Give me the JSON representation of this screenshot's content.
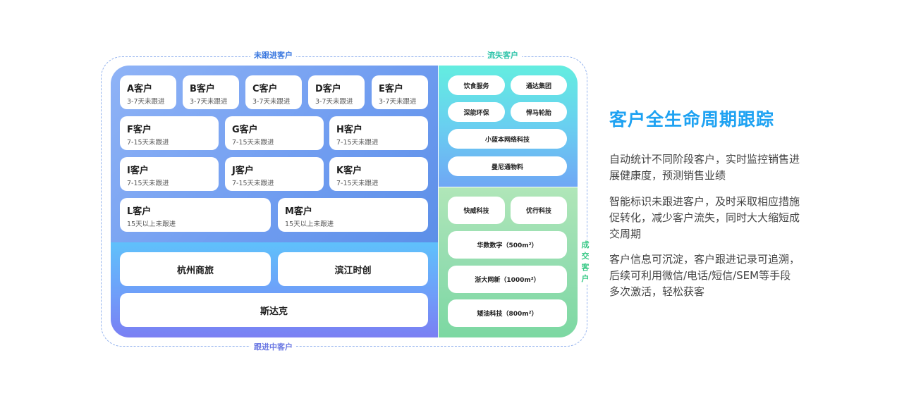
{
  "labels": {
    "not_followed": "未跟进客户",
    "lost": "流失客户",
    "following": "跟进中客户",
    "deal": "成交客户"
  },
  "not_followed_customers": [
    {
      "name": "A客户",
      "status": "3-7天未跟进"
    },
    {
      "name": "B客户",
      "status": "3-7天未跟进"
    },
    {
      "name": "C客户",
      "status": "3-7天未跟进"
    },
    {
      "name": "D客户",
      "status": "3-7天未跟进"
    },
    {
      "name": "E客户",
      "status": "3-7天未跟进"
    },
    {
      "name": "F客户",
      "status": "7-15天未跟进"
    },
    {
      "name": "G客户",
      "status": "7-15天未跟进"
    },
    {
      "name": "H客户",
      "status": "7-15天未跟进"
    },
    {
      "name": "I客户",
      "status": "7-15天未跟进"
    },
    {
      "name": "J客户",
      "status": "7-15天未跟进"
    },
    {
      "name": "K客户",
      "status": "7-15天未跟进"
    },
    {
      "name": "L客户",
      "status": "15天以上未跟进"
    },
    {
      "name": "M客户",
      "status": "15天以上未跟进"
    }
  ],
  "following_customers": [
    "杭州商旅",
    "滨江时创",
    "斯达克"
  ],
  "lost_customers": [
    "饮食服务",
    "通达集团",
    "深能环保",
    "悍马轮胎",
    "小蓝本网络科技",
    "曼尼通物料"
  ],
  "deal_customers": [
    "快威科技",
    "优行科技",
    "华数数字（500m²）",
    "浙大网新（1000m²）",
    "矮油科技（800m²）"
  ],
  "side": {
    "title": "客户全生命周期跟踪",
    "paragraphs": [
      "自动统计不同阶段客户，实时监控销售进展健康度，预测销售业绩",
      "智能标识未跟进客户，及时采取相应措施促转化，减少客户流失，同时大大缩短成交周期",
      "客户信息可沉淀，客户跟进记录可追溯，后续可利用微信/电话/短信/SEM等手段多次激活，轻松获客"
    ]
  }
}
